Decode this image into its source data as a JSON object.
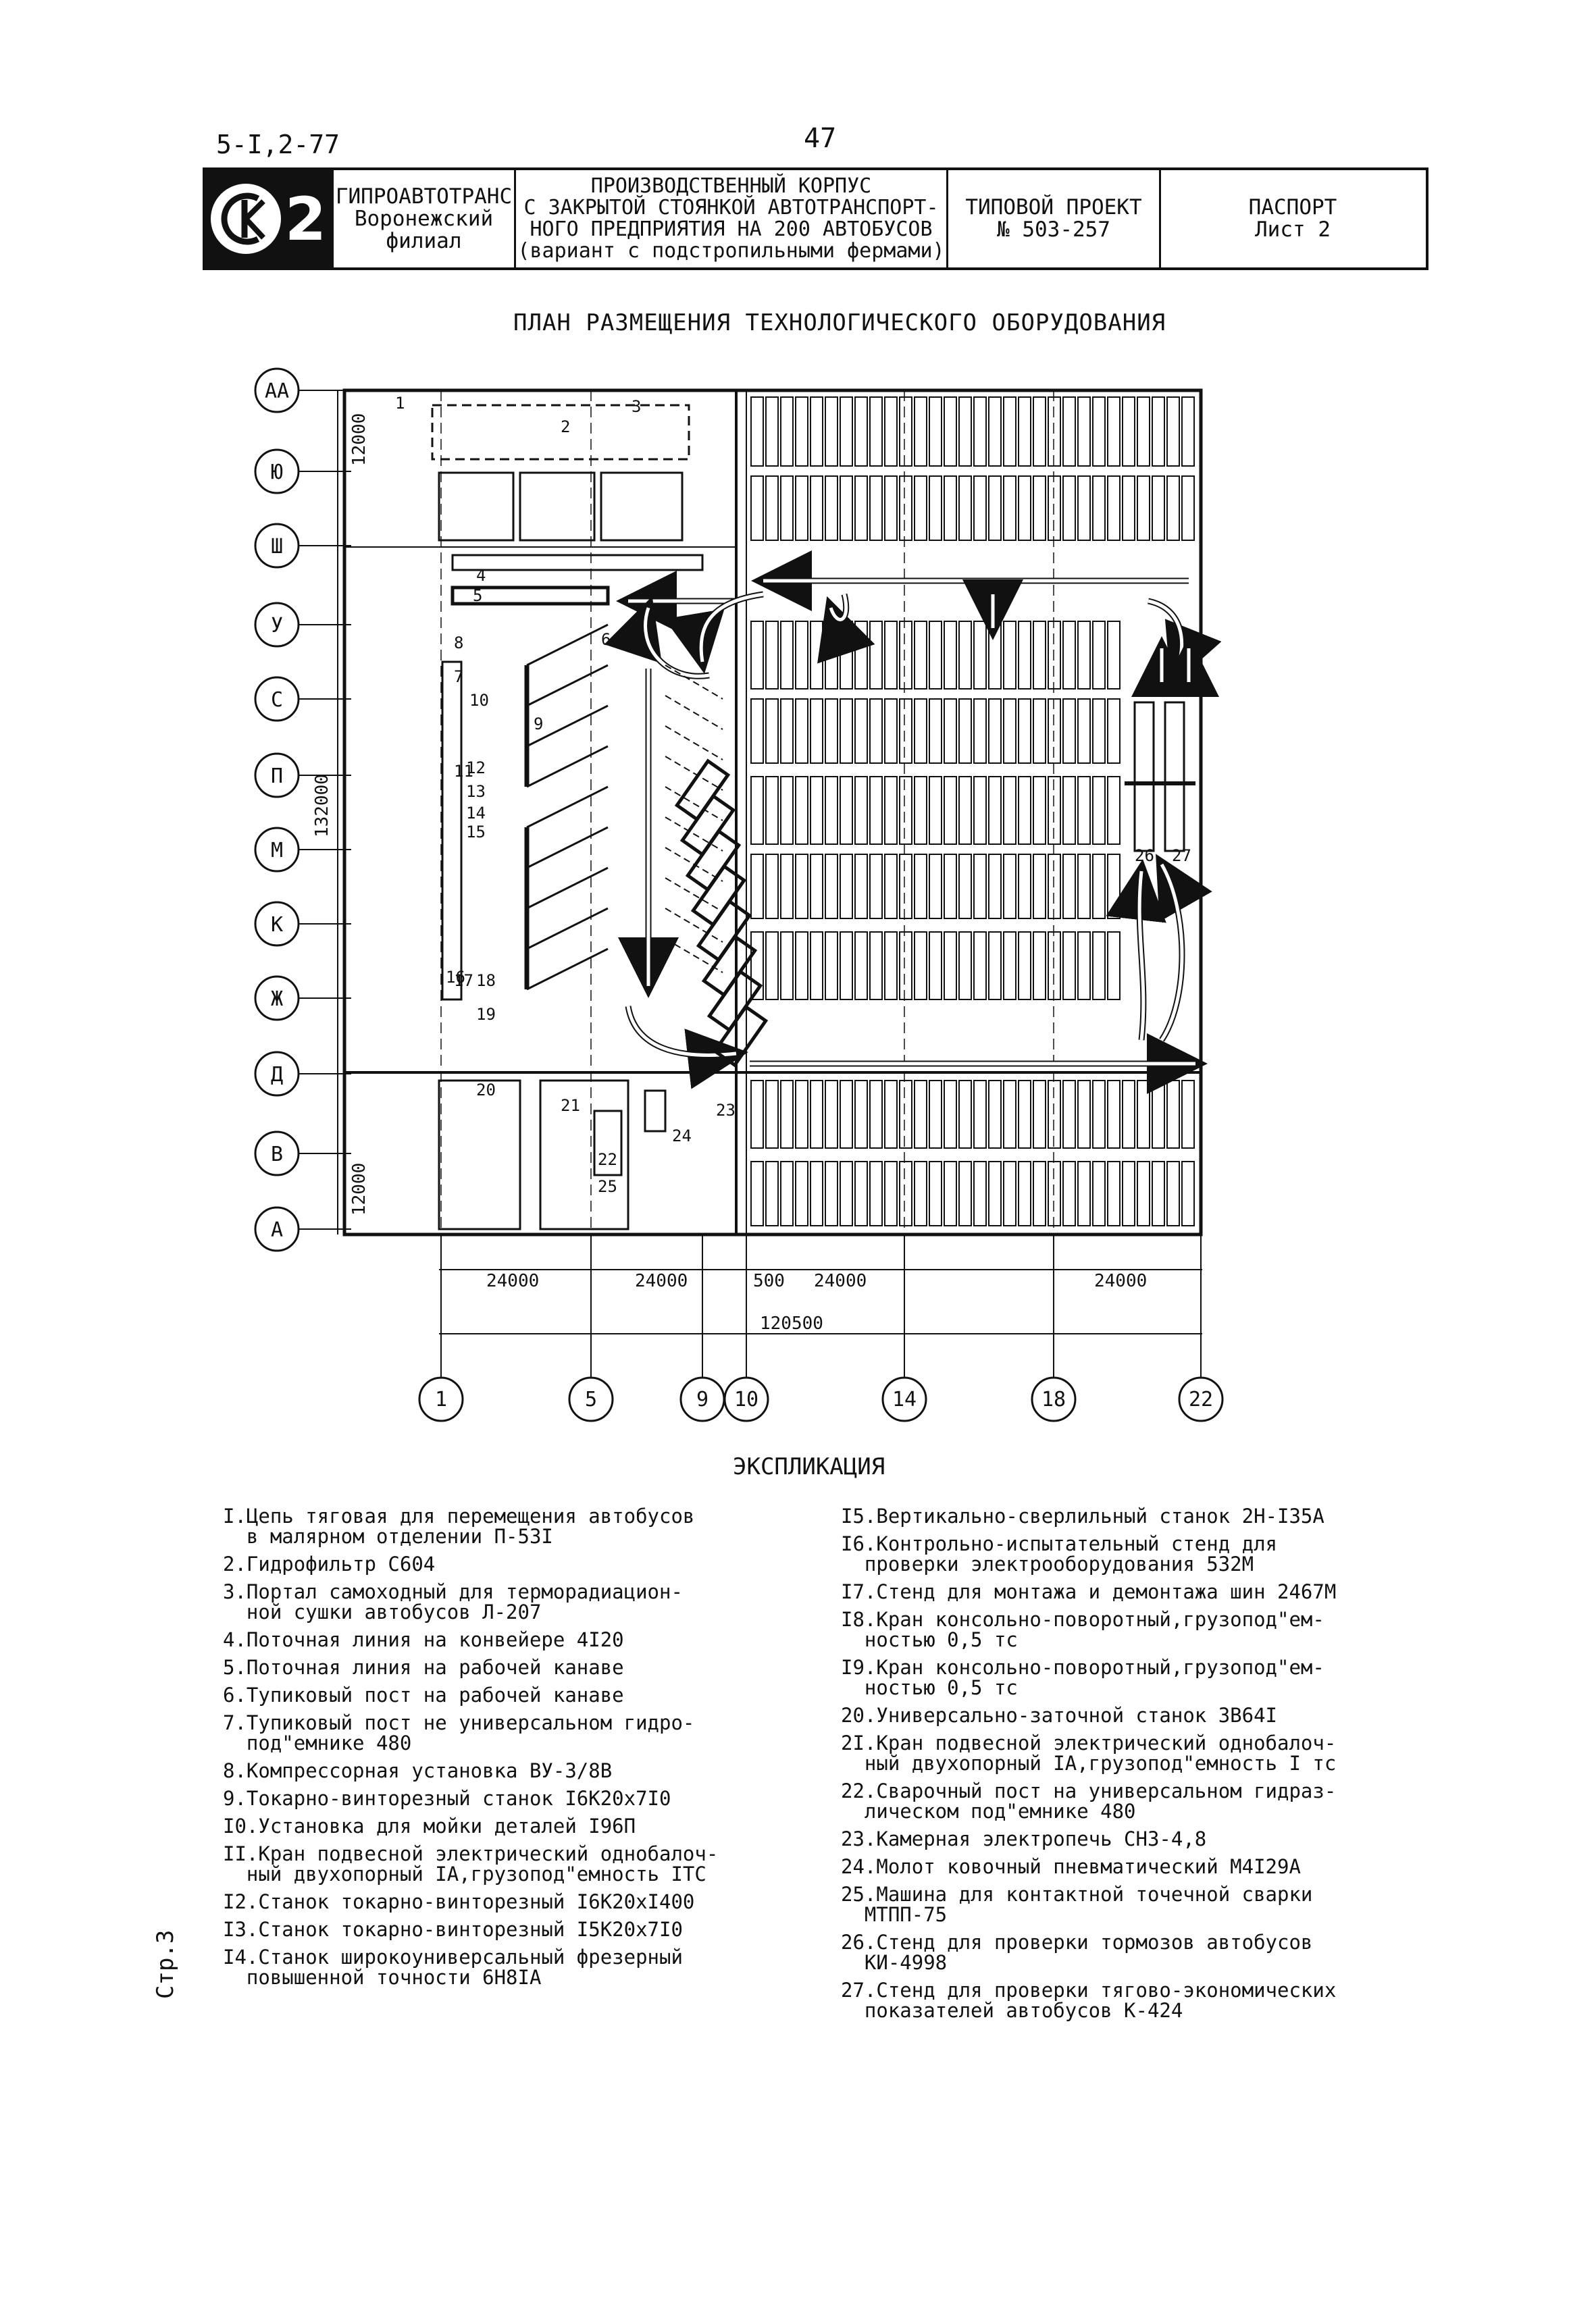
{
  "header": {
    "doc_code": "5-I,2-77",
    "page_number": "47",
    "logo_digit": "2",
    "organization_lines": [
      "ГИПРОАВТОТРАНС",
      "Воронежский филиал"
    ],
    "title_lines": [
      "ПРОИЗВОДСТВЕННЫЙ КОРПУС",
      "С ЗАКРЫТОЙ СТОЯНКОЙ АВТОТРАНСПОРТ-",
      "НОГО ПРЕДПРИЯТИЯ НА 200 АВТОБУСОВ",
      "(вариант с подстропильными фермами)"
    ],
    "project_lines": [
      "ТИПОВОЙ ПРОЕКТ",
      "№ 503-257"
    ],
    "passport_lines": [
      "ПАСПОРТ",
      "Лист 2"
    ]
  },
  "plan": {
    "title": "ПЛАН РАЗМЕЩЕНИЯ ТЕХНОЛОГИЧЕСКОГО ОБОРУДОВАНИЯ",
    "row_axes": [
      "АА",
      "Ю",
      "Ш",
      "У",
      "С",
      "П",
      "М",
      "К",
      "Ж",
      "Д",
      "В",
      "А"
    ],
    "column_axes": [
      "1",
      "5",
      "9",
      "10",
      "14",
      "18",
      "22"
    ],
    "dimensions": {
      "left_top": "12000",
      "left_middle": "132000",
      "left_bottom": "12000",
      "bottom_spans": [
        "24000",
        "24000",
        "500",
        "24000",
        "24000"
      ],
      "overall": "120500"
    },
    "equipment_labels": [
      "1",
      "2",
      "3",
      "4",
      "5",
      "6",
      "7",
      "8",
      "9",
      "10",
      "11",
      "12",
      "13",
      "14",
      "15",
      "16",
      "17",
      "18",
      "19",
      "20",
      "21",
      "22",
      "23",
      "24",
      "25",
      "26",
      "27"
    ]
  },
  "explication": {
    "title": "ЭКСПЛИКАЦИЯ",
    "left": [
      "I.Цепь тяговая для перемещения автобусов\n  в малярном отделении П-53I",
      "2.Гидрофильтр С604",
      "3.Портал самоходный для терморадиацион-\n  ной сушки автобусов Л-207",
      "4.Поточная линия на конвейере 4I20",
      "5.Поточная линия на рабочей канаве",
      "6.Тупиковый пост на рабочей канаве",
      "7.Тупиковый пост не универсальном гидро-\n  под\"емнике 480",
      "8.Компрессорная установка ВУ-3/8В",
      "9.Токарно-винторезный станок I6К20х7I0",
      "I0.Установка для мойки деталей I96П",
      "II.Кран подвесной электрический однобалоч-\n  ный двухопорный IА,грузопод\"емность IТС",
      "I2.Станок токарно-винторезный I6К20хI400",
      "I3.Станок токарно-винторезный I5К20х7I0",
      "I4.Станок широкоуниверсальный фрезерный\n  повышенной точности 6Н8IА"
    ],
    "right": [
      "I5.Вертикально-сверлильный станок 2Н-I35А",
      "I6.Контрольно-испытательный стенд для\n  проверки электрооборудования 532М",
      "I7.Стенд для монтажа и демонтажа шин 2467М",
      "I8.Кран консольно-поворотный,грузопод\"ем-\n  ностью 0,5 тс",
      "I9.Кран консольно-поворотный,грузопод\"ем-\n  ностью 0,5 тс",
      "20.Универсально-заточной станок 3В64I",
      "2I.Кран подвесной электрический однобалоч-\n  ный двухопорный IА,грузопод\"емность I тс",
      "22.Сварочный пост на универсальном гидраз-\n  лическом под\"емнике 480",
      "23.Камерная электропечь СНЗ-4,8",
      "24.Молот ковочный пневматический М4I29А",
      "25.Машина для контактной точечной сварки\n  МТПП-75",
      "26.Стенд для проверки тормозов автобусов\n  КИ-4998",
      "27.Стенд для проверки тягово-экономических\n  показателей автобусов К-424"
    ]
  },
  "side_stamp": "Стр.3"
}
